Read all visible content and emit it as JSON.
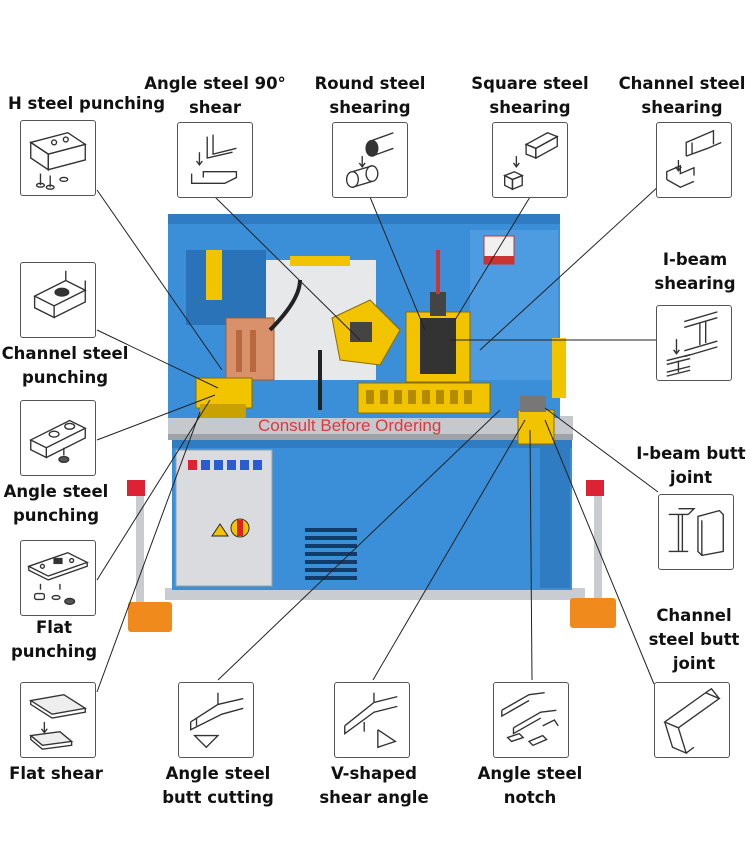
{
  "watermark": "Consult Before Ordering",
  "machine_sticker": "",
  "items": [
    {
      "id": "h-steel-punching",
      "lines": [
        "H steel punching"
      ]
    },
    {
      "id": "angle-steel-90-shear",
      "lines": [
        "Angle steel 90°",
        "shear"
      ]
    },
    {
      "id": "round-steel-shearing",
      "lines": [
        "Round steel",
        "shearing"
      ]
    },
    {
      "id": "square-steel-shearing",
      "lines": [
        "Square steel",
        "shearing"
      ]
    },
    {
      "id": "channel-steel-shearing",
      "lines": [
        "Channel steel",
        "shearing"
      ]
    },
    {
      "id": "i-beam-shearing",
      "lines": [
        "I-beam",
        "shearing"
      ]
    },
    {
      "id": "channel-steel-punching",
      "lines": [
        "Channel steel",
        "punching"
      ]
    },
    {
      "id": "angle-steel-punching",
      "lines": [
        "Angle steel",
        "punching"
      ]
    },
    {
      "id": "i-beam-butt-joint",
      "lines": [
        "I-beam butt",
        "joint"
      ]
    },
    {
      "id": "flat-punching",
      "lines": [
        "Flat",
        "punching"
      ]
    },
    {
      "id": "channel-steel-butt-joint",
      "lines": [
        "Channel",
        "steel butt",
        "joint"
      ]
    },
    {
      "id": "flat-shear",
      "lines": [
        "Flat shear"
      ]
    },
    {
      "id": "angle-steel-butt-cutting",
      "lines": [
        "Angle steel",
        "butt cutting"
      ]
    },
    {
      "id": "v-shaped-shear-angle",
      "lines": [
        "V-shaped",
        "shear angle"
      ]
    },
    {
      "id": "angle-steel-notch",
      "lines": [
        "Angle steel",
        "notch"
      ]
    }
  ]
}
